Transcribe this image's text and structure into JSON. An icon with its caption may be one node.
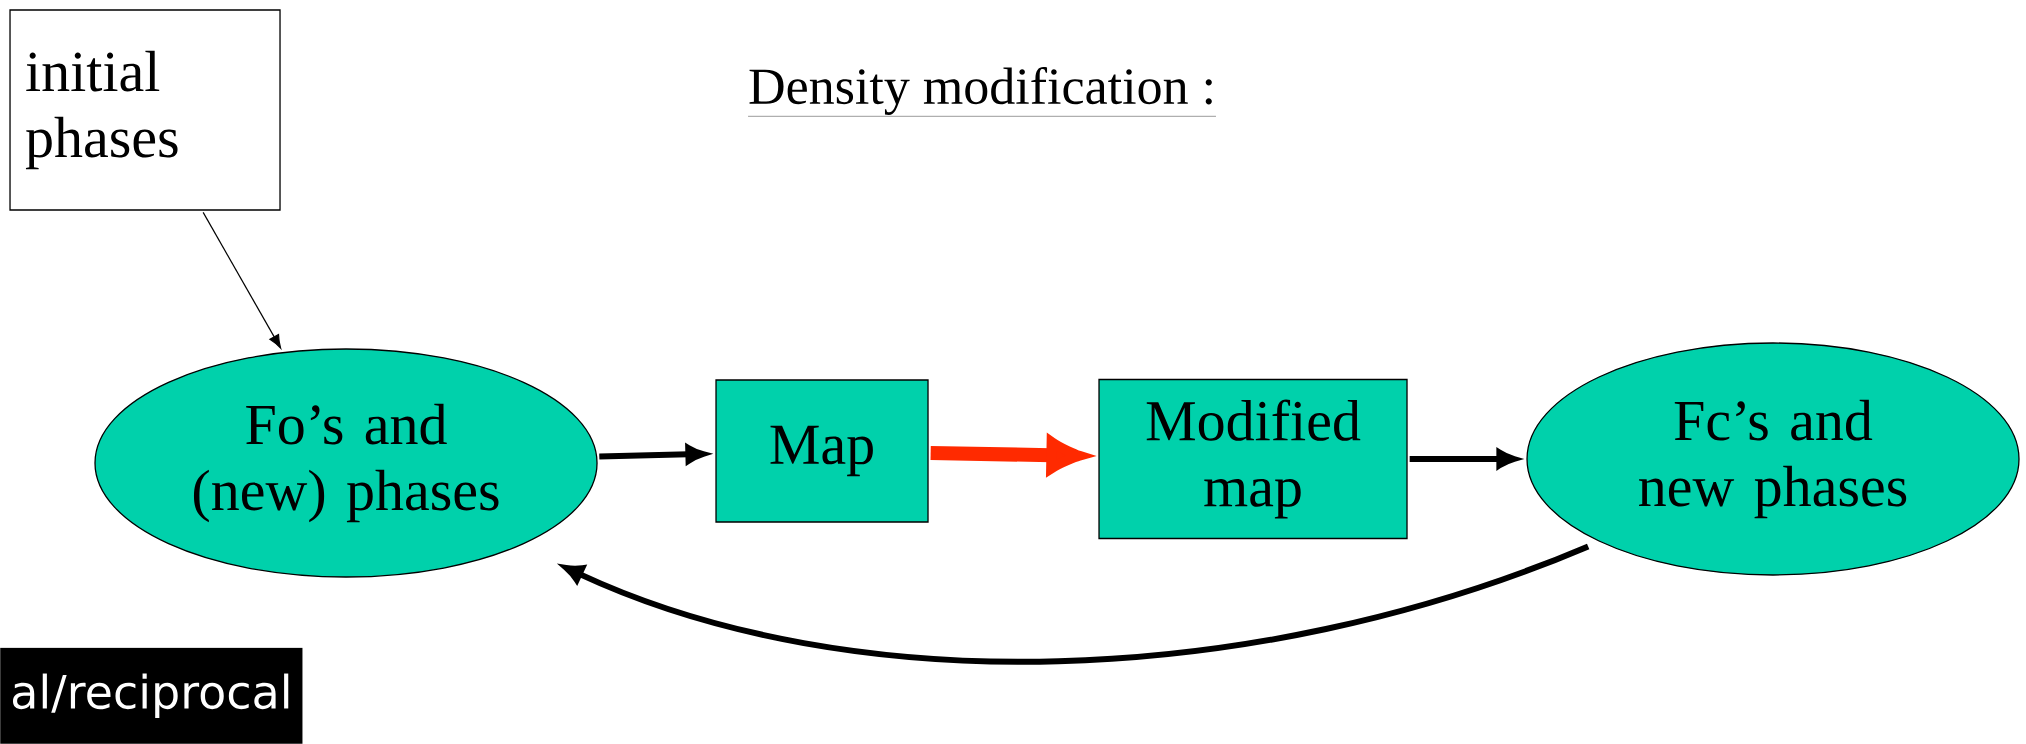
{
  "diagram": {
    "title": "Density modification :",
    "nodes": [
      {
        "text": [
          "initial phases"
        ]
      },
      {
        "text": [
          "Fo’s and (new) phases"
        ]
      },
      {
        "text": [
          "Map"
        ]
      },
      {
        "text": [
          "Modified map"
        ]
      },
      {
        "text": [
          "Fc’s and new phases"
        ]
      }
    ],
    "edges": [
      {
        "from": 0,
        "to": 1,
        "arrow": "to"
      },
      {
        "from": 1,
        "to": 2,
        "arrow": "to"
      },
      {
        "from": 2,
        "to": 3,
        "arrow": "to",
        "style": "thick",
        "color": "#ff2a00"
      },
      {
        "from": 3,
        "to": 4,
        "arrow": "to"
      },
      {
        "from": 4,
        "to": 1,
        "arrow": "to"
      }
    ],
    "labels": [
      "al/reciprocal"
    ]
  }
}
